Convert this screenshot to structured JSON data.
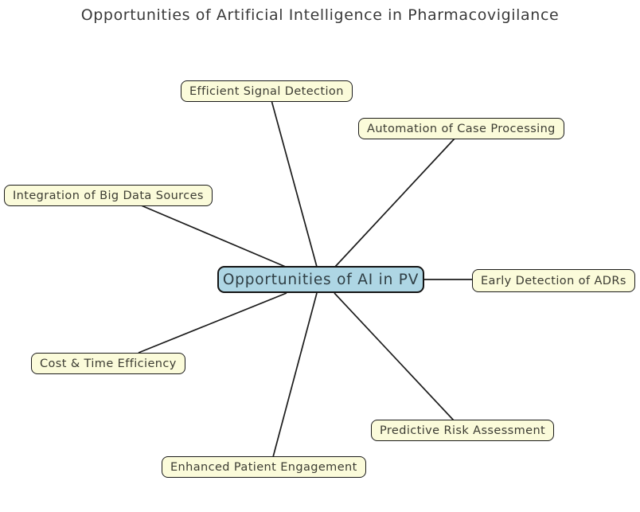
{
  "title": {
    "text": "Opportunities of Artificial Intelligence in Pharmacovigilance",
    "color": "#3a3a3a"
  },
  "diagram": {
    "center_node": {
      "id": "opportunities-of-ai-in-pv",
      "label": "Opportunities of AI in PV",
      "fill": "#aed6e4",
      "border_color": "#141414",
      "text_color": "#2f3e44"
    },
    "branch_nodes": [
      {
        "id": "efficient-signal-detection",
        "label": "Efficient Signal Detection"
      },
      {
        "id": "automation-of-case-processing",
        "label": "Automation of Case Processing"
      },
      {
        "id": "integration-of-big-data-sources",
        "label": "Integration of Big Data Sources"
      },
      {
        "id": "early-detection-of-adrs",
        "label": "Early Detection of ADRs"
      },
      {
        "id": "cost-and-time-efficiency",
        "label": "Cost & Time Efficiency"
      },
      {
        "id": "predictive-risk-assessment",
        "label": "Predictive Risk Assessment"
      },
      {
        "id": "enhanced-patient-engagement",
        "label": "Enhanced Patient Engagement"
      }
    ],
    "branch_fill": "#fbfbda",
    "branch_border_color": "#1a1a1a",
    "branch_text_color": "#3c3c33",
    "edge_color": "#1b1b1b",
    "background": "#ffffff"
  }
}
